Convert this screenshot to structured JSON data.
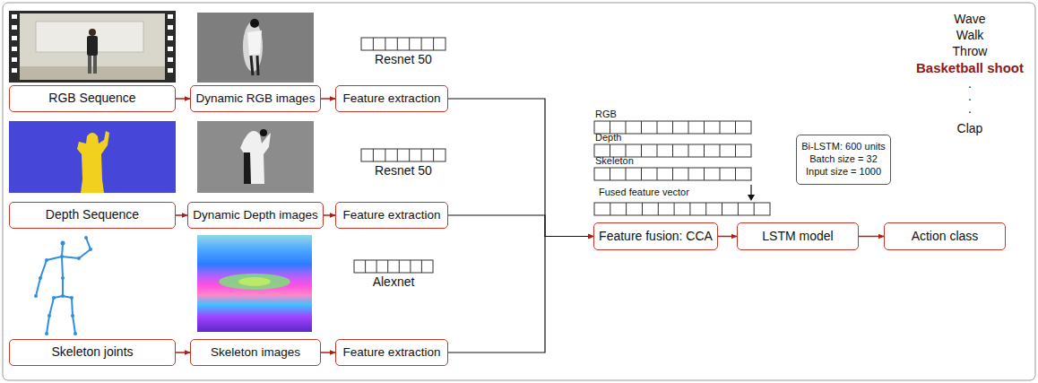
{
  "diagram": {
    "nodes": [
      {
        "text": [
          "RGB Sequence"
        ]
      },
      {
        "text": [
          "Dynamic RGB images"
        ]
      },
      {
        "text": [
          "Feature extraction"
        ]
      },
      {
        "text": [
          "Depth Sequence"
        ]
      },
      {
        "text": [
          "Dynamic Depth images"
        ]
      },
      {
        "text": [
          "Feature extraction"
        ]
      },
      {
        "text": [
          "Skeleton joints"
        ]
      },
      {
        "text": [
          "Skeleton images"
        ]
      },
      {
        "text": [
          "Feature extraction"
        ]
      },
      {
        "text": [
          "Feature fusion: CCA"
        ]
      },
      {
        "text": [
          "LSTM model"
        ]
      },
      {
        "text": [
          "Action class"
        ]
      },
      {
        "text": [
          "Bi-LSTM: 600 units",
          "Batch size = 32",
          "Input size = 1000"
        ]
      }
    ],
    "edges": [
      {
        "from": 0,
        "to": 1,
        "arrow": "to"
      },
      {
        "from": 1,
        "to": 2,
        "arrow": "to"
      },
      {
        "from": 3,
        "to": 4,
        "arrow": "to"
      },
      {
        "from": 4,
        "to": 5,
        "arrow": "to"
      },
      {
        "from": 6,
        "to": 7,
        "arrow": "to"
      },
      {
        "from": 7,
        "to": 8,
        "arrow": "to"
      },
      {
        "from": 2,
        "to": 9,
        "arrow": "to"
      },
      {
        "from": 5,
        "to": 9,
        "arrow": "to"
      },
      {
        "from": 8,
        "to": 9,
        "arrow": "to"
      },
      {
        "from": 9,
        "to": 10,
        "arrow": "to"
      },
      {
        "from": 10,
        "to": 11,
        "arrow": "to"
      }
    ],
    "labels": [
      "Resnet 50",
      "Resnet 50",
      "Alexnet",
      "RGB",
      "Depth",
      "Skeleton",
      "Fused feature vector",
      "Wave",
      "Walk",
      "Throw",
      "Basketball shoot",
      ".",
      ".",
      ".",
      "Clap"
    ]
  }
}
